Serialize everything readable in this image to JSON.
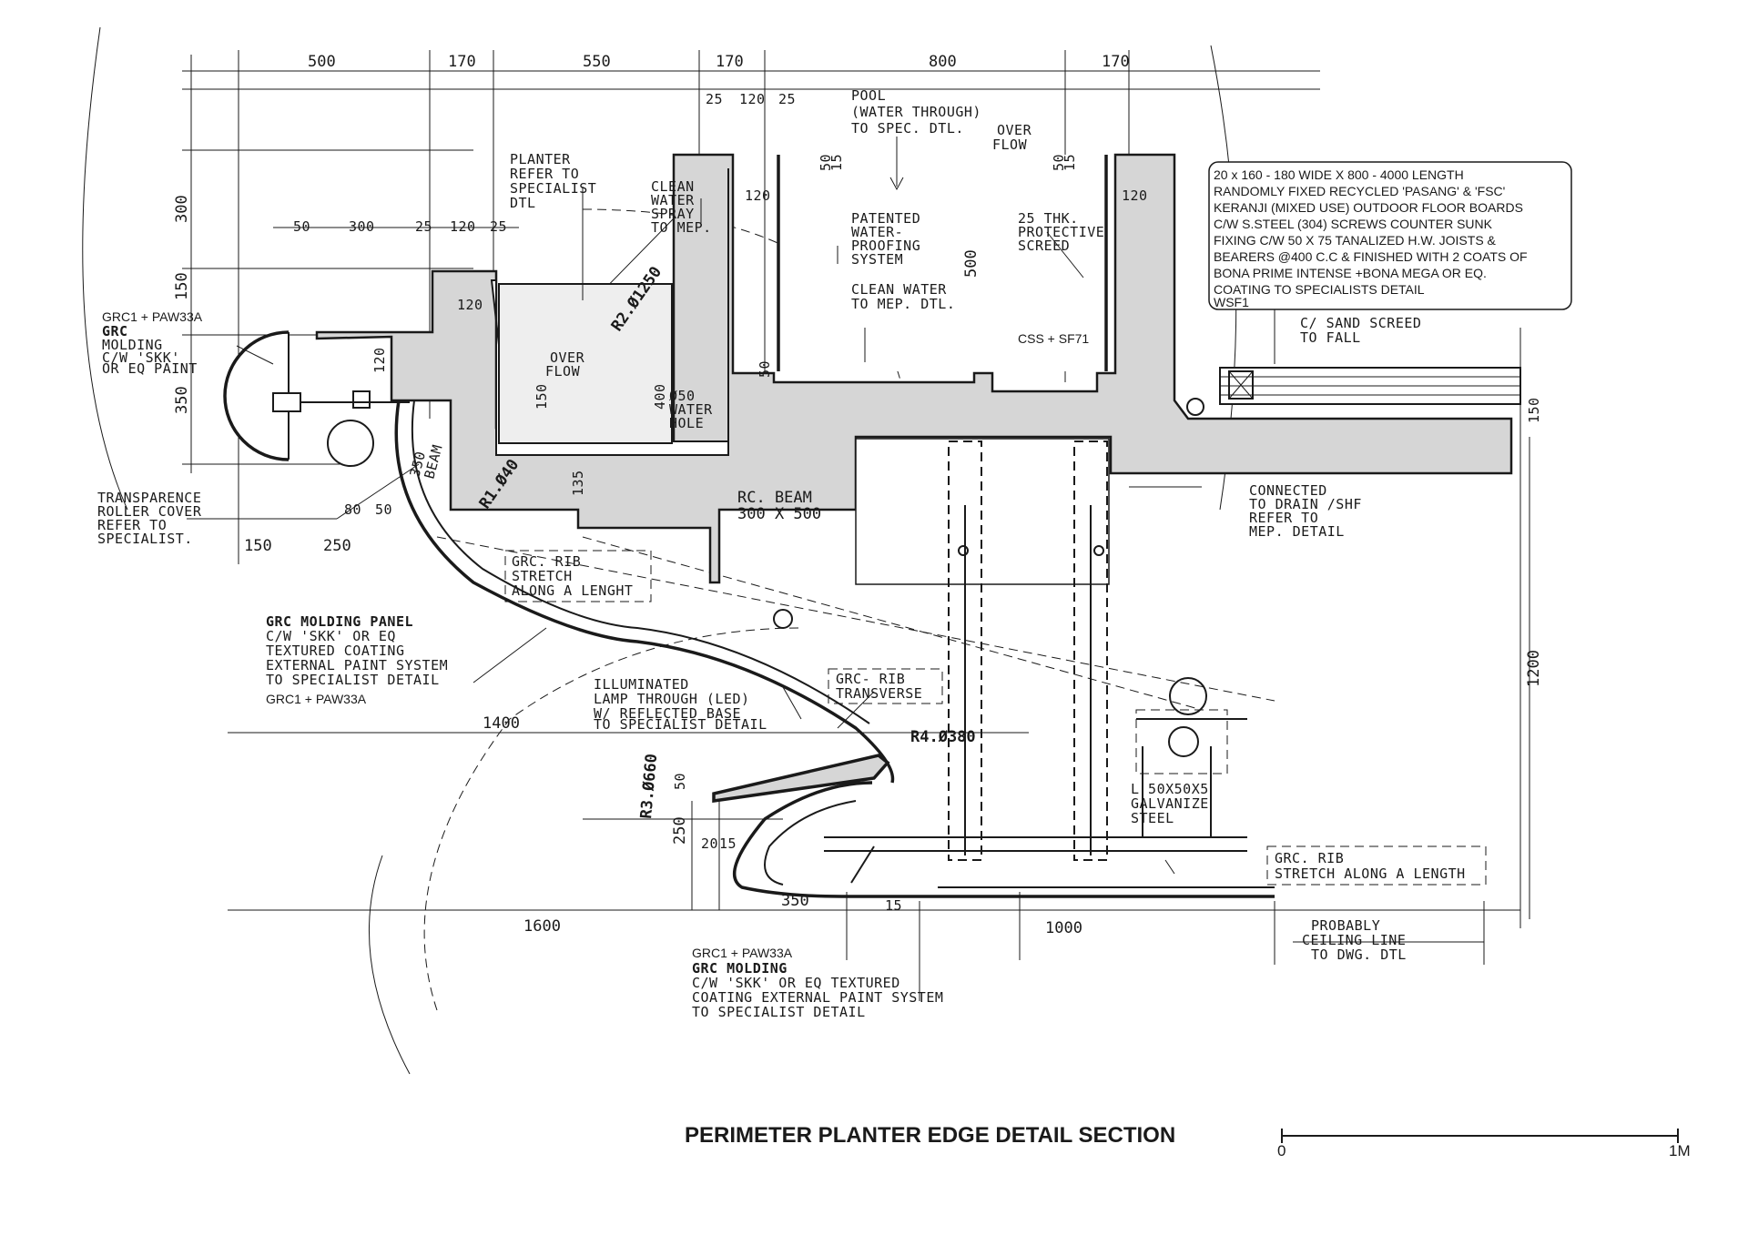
{
  "title": "PERIMETER PLANTER EDGE DETAIL SECTION",
  "scale_bar": {
    "start_label": "0",
    "end_label": "1M"
  },
  "dimensions": {
    "top": [
      "500",
      "170",
      "550",
      "170",
      "800",
      "170"
    ],
    "top_sub": [
      "25",
      "120",
      "25"
    ],
    "planter_top": [
      "50",
      "300",
      "25",
      "120",
      "25"
    ],
    "left_vertical": [
      "300",
      "150",
      "350"
    ],
    "inner": [
      "120",
      "120",
      "120",
      "50",
      "15",
      "50",
      "15",
      "150",
      "400",
      "120",
      "50",
      "135",
      "500",
      "150"
    ],
    "misc": [
      "80",
      "50",
      "150",
      "250",
      "1400",
      "1600",
      "350",
      "15",
      "1000",
      "1200",
      "50",
      "250",
      "20",
      "15"
    ]
  },
  "radii": {
    "r1": "R1.Ø40",
    "r2": "R2.Ø1250",
    "r3": "R3.Ø660",
    "r4": "R4.Ø380"
  },
  "notes": {
    "pool": [
      "POOL",
      "(WATER THROUGH)",
      "TO SPEC. DTL."
    ],
    "overflow_top": [
      "OVER",
      "FLOW"
    ],
    "planter_ref": [
      "PLANTER",
      "REFER TO",
      "SPECIALIST",
      "DTL"
    ],
    "clean_water_spray": [
      "CLEAN",
      "WATER",
      "SPRAY",
      "TO MEP."
    ],
    "waterproofing": [
      "PATENTED",
      "WATER-",
      "PROOFING",
      "SYSTEM"
    ],
    "protective_screed": [
      "25 THK.",
      "PROTECTIVE",
      "SCREED"
    ],
    "clean_water_mep": [
      "CLEAN WATER",
      "TO MEP. DTL."
    ],
    "css": "CSS + SF71",
    "grc_molding_left": [
      "GRC",
      "MOLDING",
      "C/W 'SKK'",
      "OR EQ PAINT"
    ],
    "overflow_mid": [
      "OVER",
      "FLOW"
    ],
    "water_hole": [
      "Ø50",
      "WATER",
      "HOLE"
    ],
    "beam_350": [
      "350",
      "BEAM"
    ],
    "rc_beam": [
      "RC. BEAM",
      "300 X 500"
    ],
    "transparence": [
      "TRANSPARENCE",
      "ROLLER COVER",
      "REFER TO",
      "SPECIALIST."
    ],
    "grc_rib_stretch": [
      "GRC. RIB",
      "STRETCH",
      "ALONG A LENGHT"
    ],
    "grc_panel": [
      "GRC MOLDING PANEL",
      "C/W 'SKK' OR EQ",
      "TEXTURED COATING",
      "EXTERNAL PAINT SYSTEM",
      "TO SPECIALIST DETAIL"
    ],
    "lamp": [
      "ILLUMINATED",
      "LAMP THROUGH (LED)",
      "W/ REFLECTED BASE",
      "TO SPECIALIST DETAIL"
    ],
    "grc_rib_transverse": [
      "GRC- RIB",
      "TRANSVERSE"
    ],
    "galvanize": [
      "L 50X50X5",
      "GALVANIZE",
      "STEEL"
    ],
    "connected_drain": [
      "CONNECTED",
      "TO DRAIN /SHF",
      "REFER TO",
      "MEP. DETAIL"
    ],
    "sand_screed": [
      "C/ SAND SCREED",
      "TO FALL"
    ],
    "grc_rib_length": [
      "GRC. RIB",
      "STRETCH ALONG A LENGTH"
    ],
    "ceiling": [
      "PROBABLY",
      "CEILING LINE",
      "TO DWG. DTL"
    ],
    "grc_bottom": [
      "GRC MOLDING",
      "C/W 'SKK' OR EQ TEXTURED",
      "COATING EXTERNAL PAINT SYSTEM",
      "TO SPECIALIST DETAIL"
    ]
  },
  "printed_labels": {
    "grc_left": "GRC1 + PAW33A",
    "grc_panel": "GRC1 + PAW33A",
    "grc_bottom": "GRC1 + PAW33A"
  },
  "spec_box": [
    "20 x 160 - 180 WIDE X 800 - 4000 LENGTH",
    "RANDOMLY FIXED RECYCLED 'PASANG' & 'FSC'",
    "KERANJI (MIXED USE) OUTDOOR FLOOR BOARDS",
    " C/W S.STEEL (304) SCREWS COUNTER SUNK",
    "FIXING C/W 50 X 75 TANALIZED H.W. JOISTS &",
    "BEARERS @400 C.C & FINISHED WITH 2 COATS OF",
    "BONA PRIME INTENSE +BONA MEGA OR EQ.",
    "COATING TO SPECIALISTS DETAIL",
    "WSF1"
  ]
}
